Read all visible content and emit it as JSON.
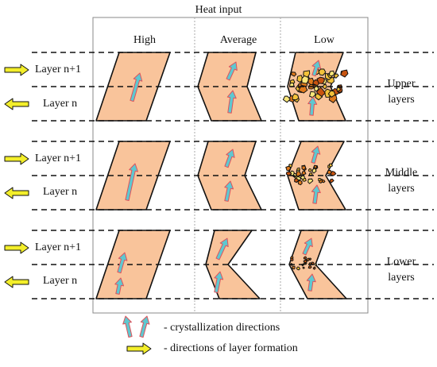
{
  "heat_input_label": "Heat input",
  "columns": [
    "High",
    "Average",
    "Low"
  ],
  "layer_labels": {
    "upper": "Layer n+1",
    "lower": "Layer n"
  },
  "row_labels": [
    [
      "Upper",
      "layers"
    ],
    [
      "Middle",
      "layers"
    ],
    [
      "Lower",
      "layers"
    ]
  ],
  "legend": {
    "crystallization": "- crystallization directions",
    "formation": "- directions of layer formation"
  },
  "colors": {
    "layer_fill": "#f9c49b",
    "crystal_arrow": "#5ec8d0",
    "crystal_arrow_outline": "#e0525a",
    "formation_arrow": "#f3ee2a",
    "grain_colors": [
      "#e07a1c",
      "#f3c23a",
      "#fbe77a",
      "#c85410"
    ]
  }
}
